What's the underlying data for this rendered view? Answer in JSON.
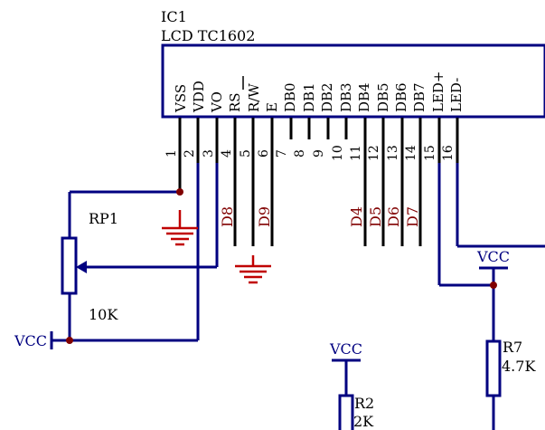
{
  "ic": {
    "ref": "IC1",
    "value": "LCD  TC1602",
    "pins": [
      {
        "num": "1",
        "name": "VSS"
      },
      {
        "num": "2",
        "name": "VDD"
      },
      {
        "num": "3",
        "name": "VO"
      },
      {
        "num": "4",
        "name": "RS"
      },
      {
        "num": "5",
        "name": "R/W"
      },
      {
        "num": "6",
        "name": "E"
      },
      {
        "num": "7",
        "name": "DB0"
      },
      {
        "num": "8",
        "name": "DB1"
      },
      {
        "num": "9",
        "name": "DB2"
      },
      {
        "num": "10",
        "name": "DB3"
      },
      {
        "num": "11",
        "name": "DB4"
      },
      {
        "num": "12",
        "name": "DB5"
      },
      {
        "num": "13",
        "name": "DB6"
      },
      {
        "num": "14",
        "name": "DB7"
      },
      {
        "num": "15",
        "name": "LED+"
      },
      {
        "num": "16",
        "name": "LED-"
      }
    ]
  },
  "nets": [
    "D8",
    "D9",
    "D4",
    "D5",
    "D6",
    "D7"
  ],
  "rp1": {
    "ref": "RP1",
    "value": "10K"
  },
  "r7": {
    "ref": "R7",
    "value": "4.7K"
  },
  "r2": {
    "ref": "R2",
    "value": "2K"
  },
  "power": {
    "vcc_left": "VCC",
    "vcc_right": "VCC",
    "vcc_bottom": "VCC"
  },
  "colors": {
    "wire": "#000080",
    "ground": "#c00000",
    "net_label": "#800000",
    "junction": "#800000"
  }
}
